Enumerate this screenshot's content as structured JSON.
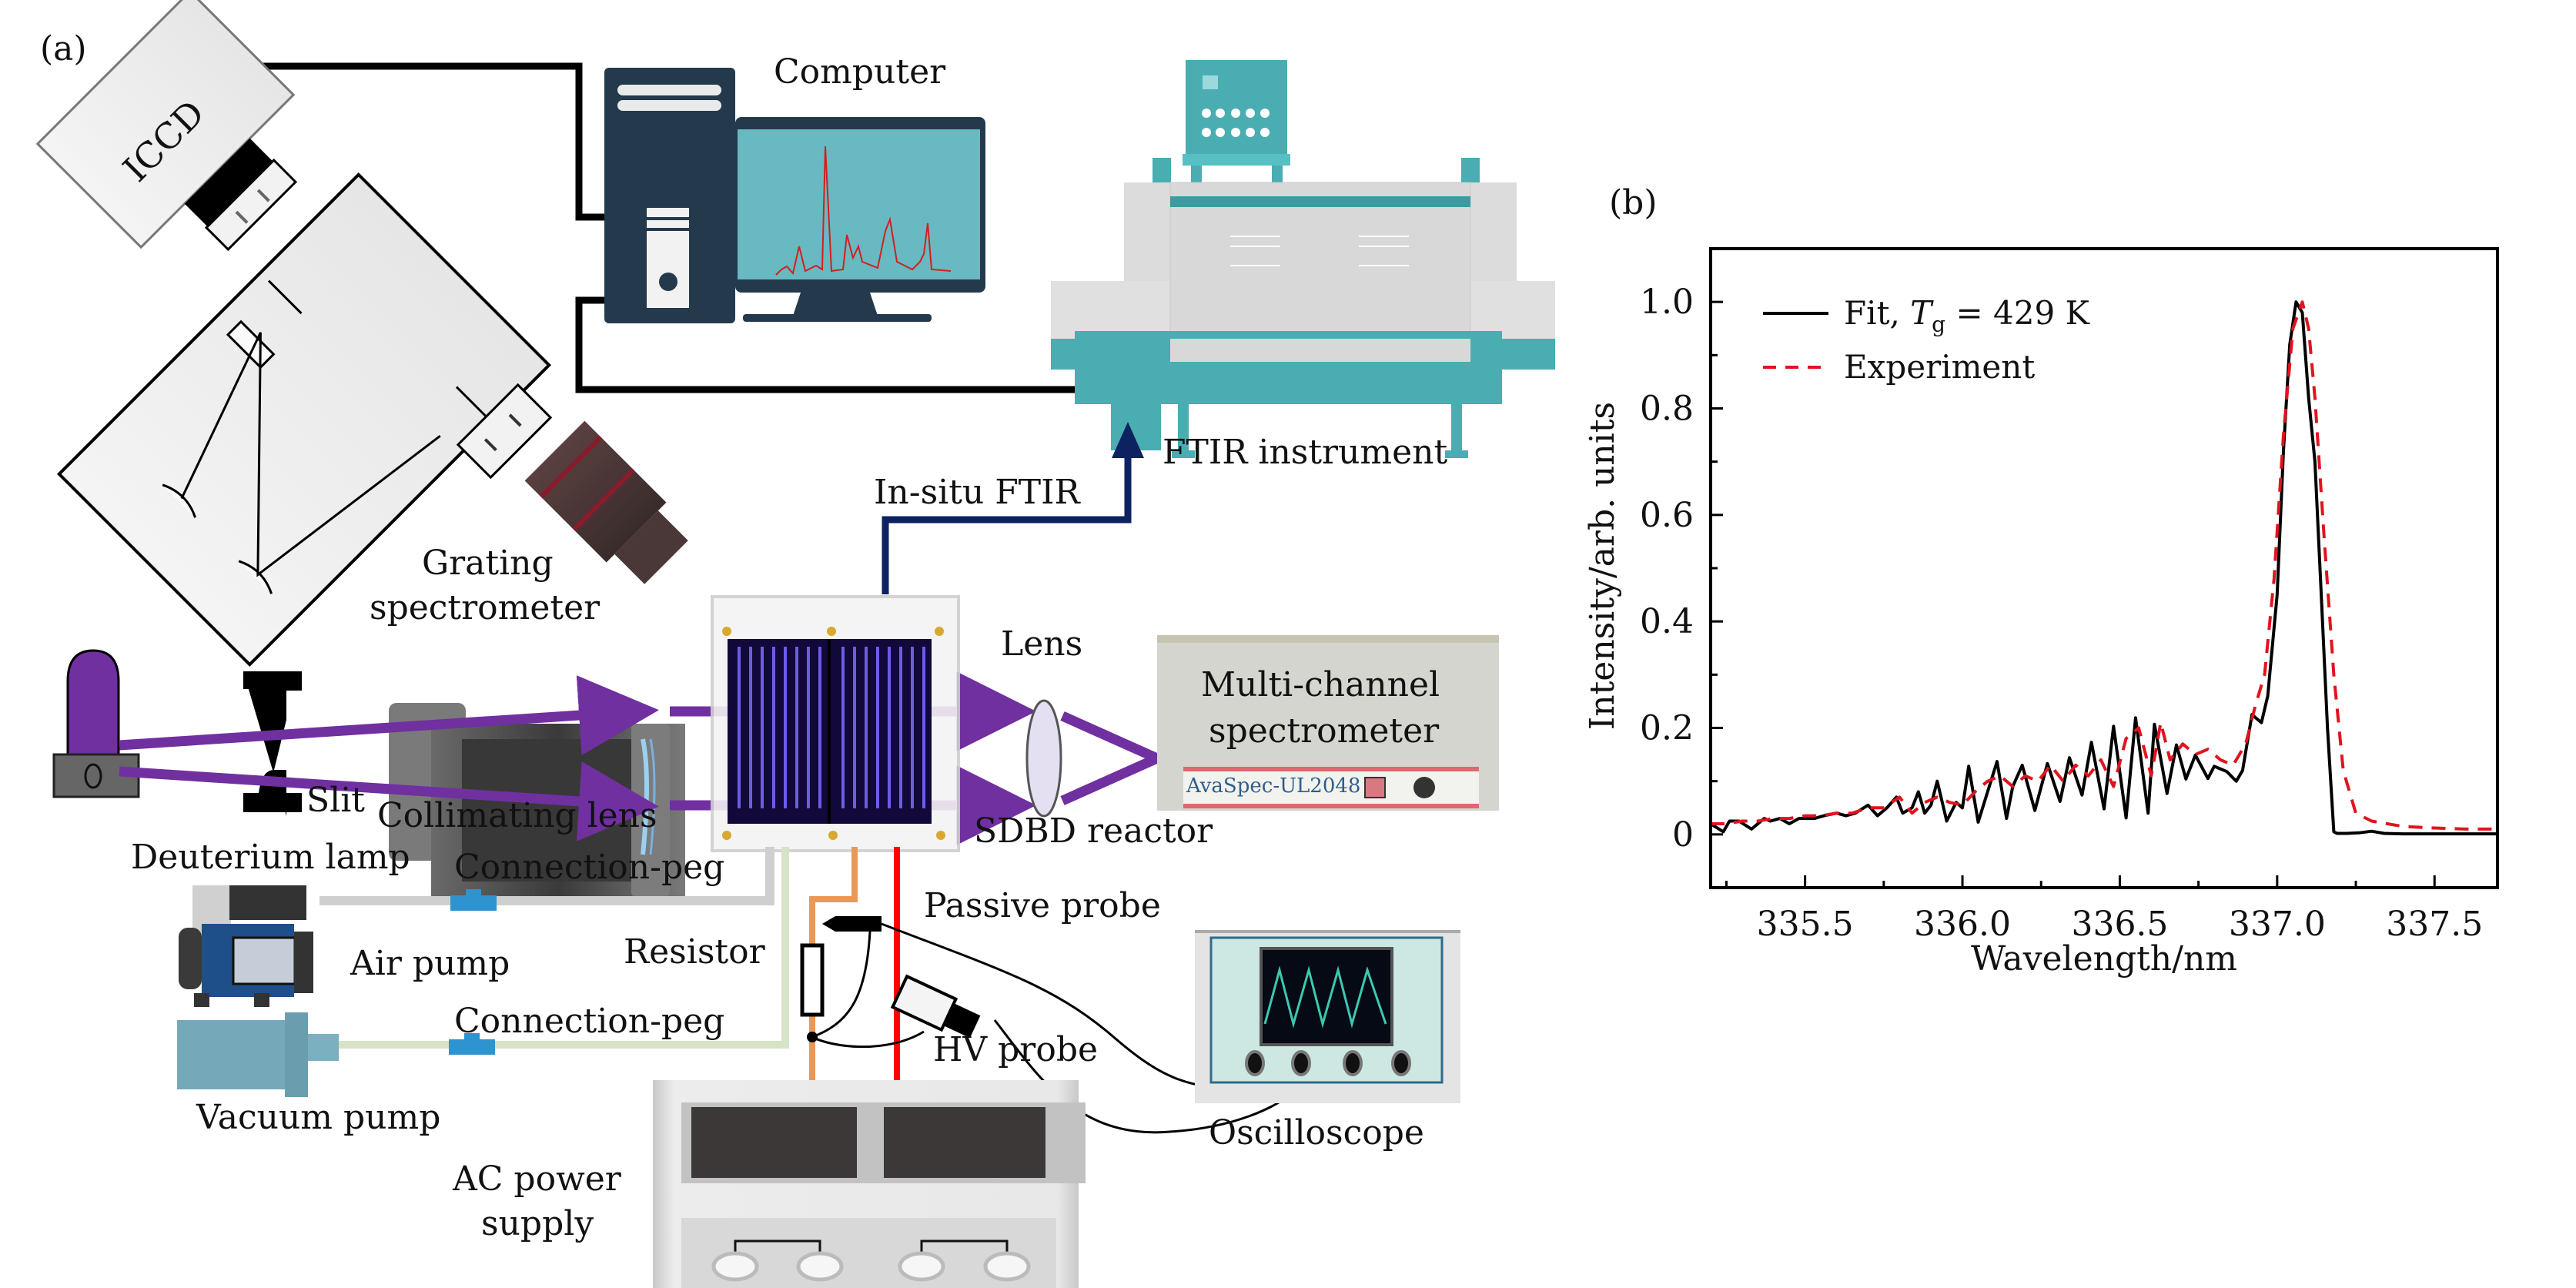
{
  "panel_a": {
    "label": "(a)",
    "components": {
      "iccd": "ICCD",
      "computer": "Computer",
      "ftir_instrument": "FTIR instrument",
      "in_situ_ftir": "In-situ FTIR",
      "grating_spectrometer_line1": "Grating",
      "grating_spectrometer_line2": "spectrometer",
      "slit": "Slit",
      "collimating_lens": "Collimating lens",
      "deuterium_lamp": "Deuterium lamp",
      "lens": "Lens",
      "multichannel_line1": "Multi-channel",
      "multichannel_line2": "spectrometer",
      "spectrometer_model": "AvaSpec-UL2048",
      "sdbd_reactor": "SDBD reactor",
      "connection_peg_1": "Connection-peg",
      "connection_peg_2": "Connection-peg",
      "air_pump": "Air pump",
      "vacuum_pump": "Vacuum pump",
      "resistor": "Resistor",
      "passive_probe": "Passive probe",
      "hv_probe": "HV probe",
      "oscilloscope": "Oscilloscope",
      "ac_power_line1": "AC power",
      "ac_power_line2": "supply"
    },
    "colors": {
      "beam": "#7030a0",
      "ftir_arrow": "#0d2260",
      "computer_body": "#243a4c",
      "screen": "#68b9c1",
      "ftir_teal": "#4aadb2",
      "hv_wire": "#ff0000",
      "ground_wire": "#e8995a",
      "gas_tube": "#d7e3c5"
    }
  },
  "panel_b": {
    "label": "(b)"
  },
  "chart_data": {
    "type": "line",
    "title": "",
    "xlabel": "Wavelength/nm",
    "ylabel": "Intensity/arb. units",
    "xlim": [
      335.2,
      337.7
    ],
    "ylim": [
      -0.1,
      1.1
    ],
    "xticks": [
      335.5,
      336.0,
      336.5,
      337.0,
      337.5
    ],
    "xtick_labels": [
      "335.5",
      "336.0",
      "336.5",
      "337.0",
      "337.5"
    ],
    "yticks": [
      0,
      0.2,
      0.4,
      0.6,
      0.8,
      1.0
    ],
    "ytick_labels": [
      "0",
      "0.2",
      "0.4",
      "0.6",
      "0.8",
      "1.0"
    ],
    "grid": false,
    "legend_position": "top-left",
    "series": [
      {
        "name": "Fit, T_g = 429 K",
        "legend_prefix": "Fit, ",
        "legend_T": "T",
        "legend_sub": "g",
        "legend_suffix": " = 429 K",
        "color": "#000000",
        "style": "solid",
        "x": [
          335.2,
          335.24,
          335.26,
          335.29,
          335.33,
          335.37,
          335.39,
          335.42,
          335.45,
          335.48,
          335.5,
          335.53,
          335.56,
          335.6,
          335.63,
          335.66,
          335.7,
          335.73,
          335.76,
          335.79,
          335.81,
          335.84,
          335.86,
          335.88,
          335.9,
          335.92,
          335.95,
          335.98,
          336.0,
          336.02,
          336.05,
          336.08,
          336.11,
          336.14,
          336.16,
          336.19,
          336.23,
          336.27,
          336.31,
          336.34,
          336.38,
          336.41,
          336.45,
          336.48,
          336.52,
          336.55,
          336.59,
          336.61,
          336.65,
          336.68,
          336.71,
          336.74,
          336.78,
          336.8,
          336.84,
          336.87,
          336.89,
          336.92,
          336.95,
          336.97,
          337.0,
          337.02,
          337.04,
          337.06,
          337.08,
          337.1,
          337.12,
          337.14,
          337.16,
          337.18,
          337.19,
          337.22,
          337.26,
          337.3,
          337.34,
          337.4,
          337.5,
          337.6,
          337.7
        ],
        "y": [
          0.02,
          0.005,
          0.025,
          0.025,
          0.01,
          0.03,
          0.025,
          0.03,
          0.02,
          0.03,
          0.03,
          0.03,
          0.035,
          0.04,
          0.035,
          0.04,
          0.055,
          0.035,
          0.05,
          0.07,
          0.04,
          0.05,
          0.08,
          0.04,
          0.055,
          0.1,
          0.025,
          0.06,
          0.05,
          0.128,
          0.023,
          0.08,
          0.137,
          0.03,
          0.09,
          0.13,
          0.045,
          0.133,
          0.062,
          0.144,
          0.074,
          0.173,
          0.048,
          0.203,
          0.031,
          0.219,
          0.04,
          0.207,
          0.077,
          0.168,
          0.104,
          0.149,
          0.105,
          0.128,
          0.118,
          0.1,
          0.12,
          0.225,
          0.21,
          0.26,
          0.45,
          0.72,
          0.92,
          1.0,
          0.98,
          0.82,
          0.7,
          0.45,
          0.2,
          0.005,
          0.002,
          0.002,
          0.003,
          0.006,
          0.002,
          0.001,
          0.001,
          0.001,
          0.001
        ]
      },
      {
        "name": "Experiment",
        "color": "#e0141e",
        "style": "dashed",
        "x": [
          335.2,
          335.25,
          335.3,
          335.35,
          335.4,
          335.45,
          335.5,
          335.55,
          335.6,
          335.65,
          335.7,
          335.75,
          335.8,
          335.84,
          335.88,
          335.92,
          335.96,
          336.0,
          336.04,
          336.08,
          336.12,
          336.16,
          336.2,
          336.24,
          336.28,
          336.32,
          336.36,
          336.4,
          336.44,
          336.48,
          336.52,
          336.56,
          336.6,
          336.63,
          336.66,
          336.7,
          336.74,
          336.78,
          336.82,
          336.86,
          336.9,
          336.93,
          336.96,
          336.99,
          337.02,
          337.05,
          337.08,
          337.1,
          337.12,
          337.15,
          337.18,
          337.21,
          337.25,
          337.3,
          337.4,
          337.5,
          337.6,
          337.7
        ],
        "y": [
          0.02,
          0.02,
          0.025,
          0.025,
          0.03,
          0.03,
          0.035,
          0.035,
          0.04,
          0.04,
          0.05,
          0.05,
          0.07,
          0.04,
          0.06,
          0.07,
          0.06,
          0.055,
          0.08,
          0.1,
          0.11,
          0.09,
          0.11,
          0.1,
          0.13,
          0.1,
          0.13,
          0.11,
          0.14,
          0.09,
          0.18,
          0.2,
          0.11,
          0.21,
          0.14,
          0.17,
          0.15,
          0.16,
          0.14,
          0.13,
          0.17,
          0.24,
          0.3,
          0.48,
          0.75,
          0.95,
          1.0,
          0.95,
          0.82,
          0.55,
          0.3,
          0.12,
          0.04,
          0.025,
          0.015,
          0.012,
          0.01,
          0.01
        ]
      }
    ]
  }
}
